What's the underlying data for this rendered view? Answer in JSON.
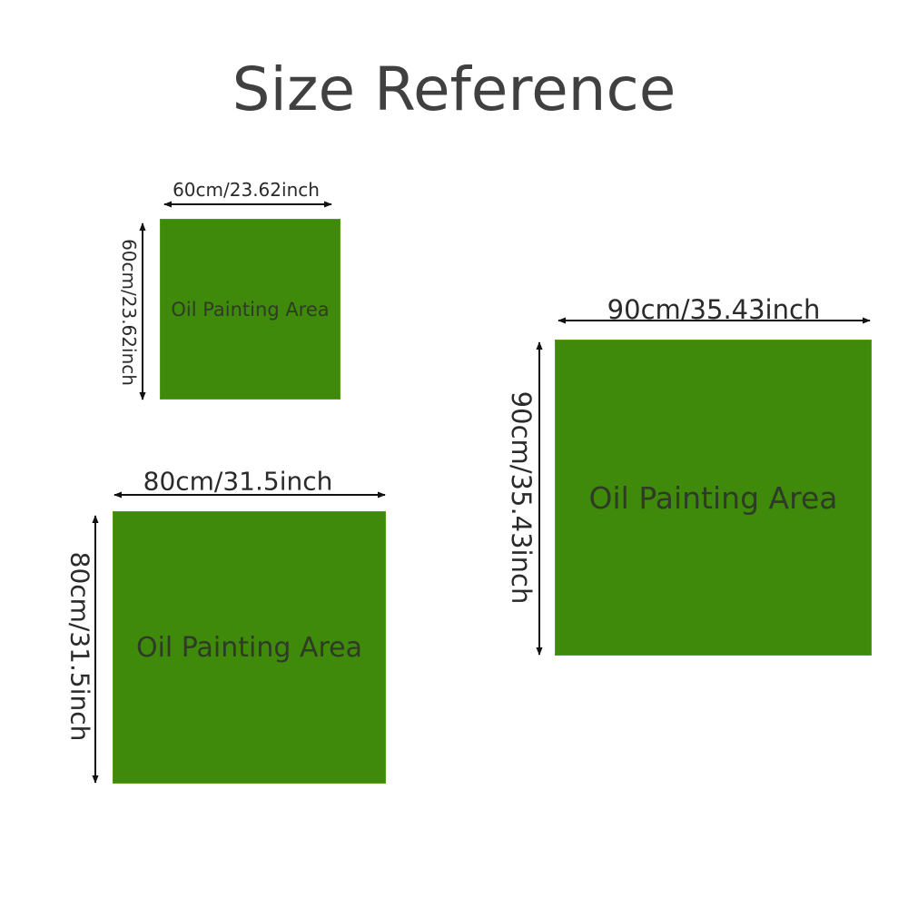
{
  "title": "Size Reference",
  "colors": {
    "panel_fill": "#3f8a0a",
    "panel_border": "#4f9b1a",
    "arrow": "#111111",
    "text": "#3a3a3a"
  },
  "panels": [
    {
      "id": "small",
      "label": "Oil Painting Area",
      "width_label": "60cm/23.62inch",
      "height_label": "60cm/23.62inch"
    },
    {
      "id": "medium",
      "label": "Oil Painting Area",
      "width_label": "80cm/31.5inch",
      "height_label": "80cm/31.5inch"
    },
    {
      "id": "large",
      "label": "Oil Painting Area",
      "width_label": "90cm/35.43inch",
      "height_label": "90cm/35.43inch"
    }
  ]
}
